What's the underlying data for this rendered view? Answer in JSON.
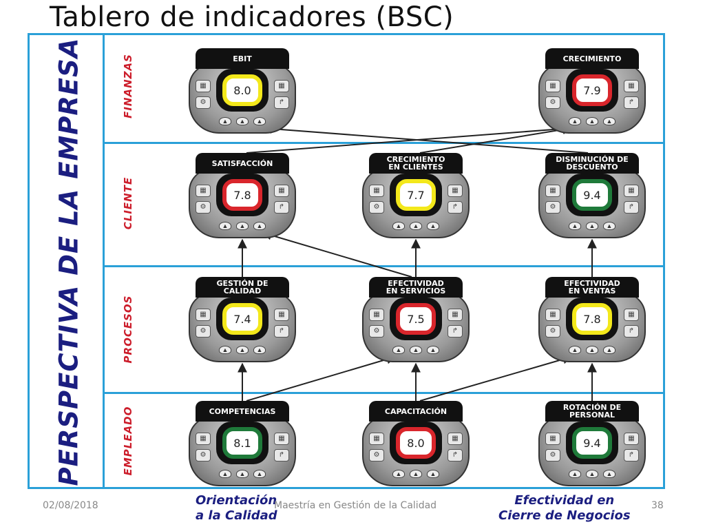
{
  "title": "Tablero de indicadores (BSC)",
  "side_title": "PERSPECTIVA DE LA EMPRESA",
  "rows": [
    {
      "label": "FINANZAS"
    },
    {
      "label": "CLIENTE"
    },
    {
      "label": "PROCESOS"
    },
    {
      "label": "EMPLEADO"
    }
  ],
  "indicators": [
    {
      "id": "ebit",
      "label": "EBIT",
      "value": "8.0",
      "status_color": "#f3e81b"
    },
    {
      "id": "crecimiento",
      "label": "CRECIMIENTO",
      "value": "7.9",
      "status_color": "#d9262c"
    },
    {
      "id": "satisfaccion",
      "label": "SATISFACCIÓN",
      "value": "7.8",
      "status_color": "#d9262c"
    },
    {
      "id": "crecimiento_clientes",
      "label": "CRECIMIENTO\nEN CLIENTES",
      "value": "7.7",
      "status_color": "#f3e81b"
    },
    {
      "id": "disminucion_descuento",
      "label": "DISMINUCIÓN DE\nDESCUENTO",
      "value": "9.4",
      "status_color": "#1f7a3a"
    },
    {
      "id": "gestion_calidad",
      "label": "GESTIÓN DE\nCALIDAD",
      "value": "7.4",
      "status_color": "#f3e81b"
    },
    {
      "id": "efectividad_servicios",
      "label": "EFECTIVIDAD\nEN SERVICIOS",
      "value": "7.5",
      "status_color": "#d9262c"
    },
    {
      "id": "efectividad_ventas",
      "label": "EFECTIVIDAD\nEN VENTAS",
      "value": "7.8",
      "status_color": "#f3e81b"
    },
    {
      "id": "competencias",
      "label": "COMPETENCIAS",
      "value": "8.1",
      "status_color": "#1f7a3a"
    },
    {
      "id": "capacitacion",
      "label": "CAPACITACIÓN",
      "value": "8.0",
      "status_color": "#d9262c"
    },
    {
      "id": "rotacion_personal",
      "label": "ROTACIÓN DE\nPERSONAL",
      "value": "9.4",
      "status_color": "#1f7a3a"
    }
  ],
  "links": [
    [
      "competencias",
      "gestion_calidad"
    ],
    [
      "competencias",
      "efectividad_servicios"
    ],
    [
      "capacitacion",
      "efectividad_servicios"
    ],
    [
      "capacitacion",
      "efectividad_ventas"
    ],
    [
      "rotacion_personal",
      "efectividad_ventas"
    ],
    [
      "gestion_calidad",
      "satisfaccion"
    ],
    [
      "efectividad_servicios",
      "satisfaccion"
    ],
    [
      "efectividad_servicios",
      "crecimiento_clientes"
    ],
    [
      "efectividad_ventas",
      "disminucion_descuento"
    ],
    [
      "satisfaccion",
      "crecimiento"
    ],
    [
      "crecimiento_clientes",
      "crecimiento"
    ],
    [
      "disminucion_descuento",
      "ebit"
    ]
  ],
  "footer": {
    "date": "02/08/2018",
    "center": "Maestría en Gestión de la Calidad",
    "page": "38"
  },
  "bottom_left": "Orientación\na la Calidad",
  "bottom_right": "Efectividad en\nCierre de Negocios",
  "colors": {
    "frame": "#2aa0d8",
    "side_title": "#1b1e80",
    "row_label": "#cc1d2b",
    "arrow": "#222222"
  },
  "icons": [
    "chart-icon",
    "gear-icon",
    "arrow-icon"
  ]
}
